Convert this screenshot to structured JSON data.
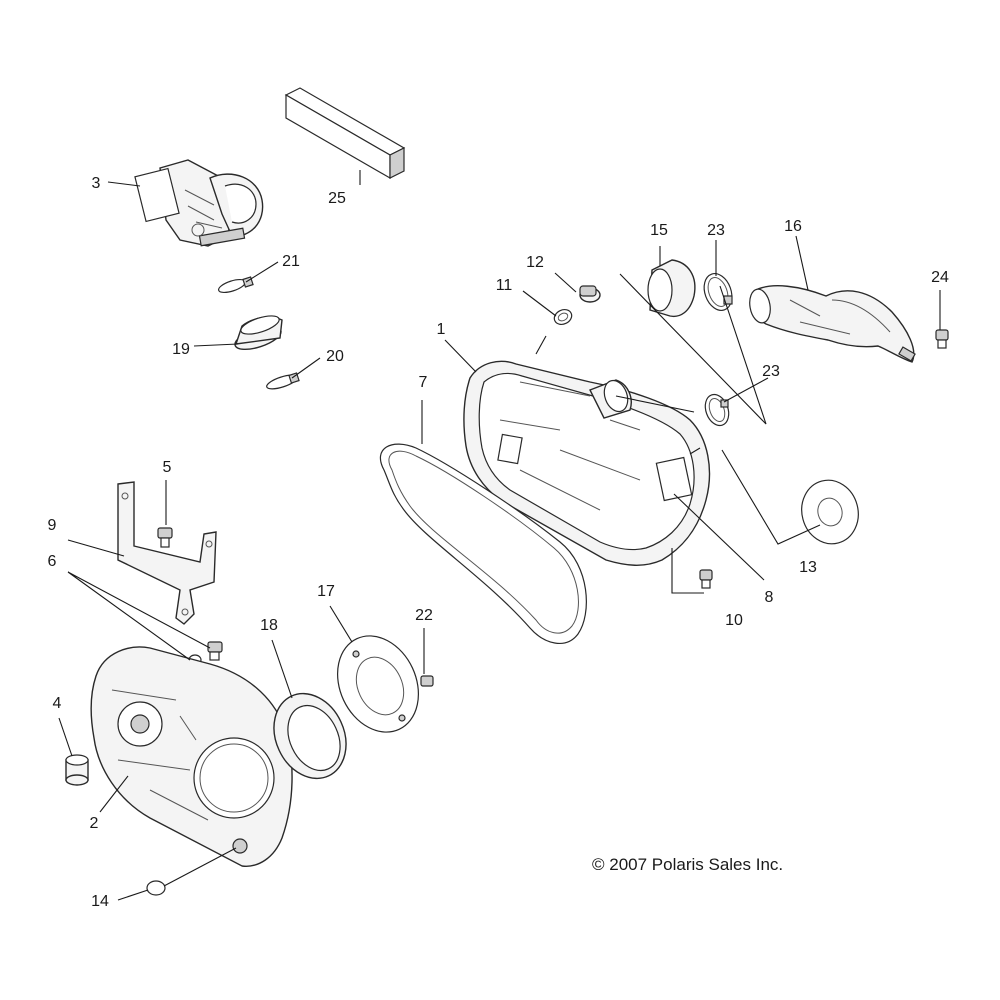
{
  "callouts": {
    "c1": "1",
    "c2": "2",
    "c3": "3",
    "c4": "4",
    "c5": "5",
    "c6": "6",
    "c7": "7",
    "c8": "8",
    "c9": "9",
    "c10": "10",
    "c11": "11",
    "c12": "12",
    "c13": "13",
    "c14": "14",
    "c15": "15",
    "c16": "16",
    "c17": "17",
    "c18": "18",
    "c19": "19",
    "c20": "20",
    "c21": "21",
    "c22": "22",
    "c23a": "23",
    "c23b": "23",
    "c24": "24",
    "c25": "25"
  },
  "copyright": "© 2007 Polaris Sales Inc."
}
